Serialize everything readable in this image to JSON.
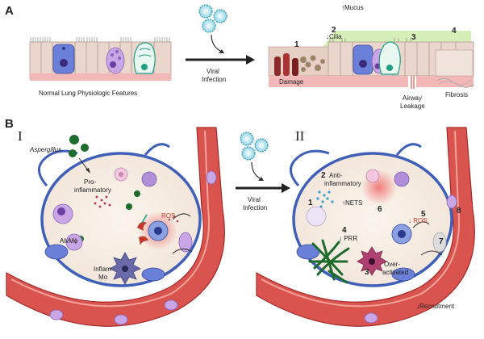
{
  "panel_a": {
    "letter": "A",
    "normal_caption": "Normal Lung Physiologic Features",
    "viral_line1": "Viral",
    "viral_line2": "Infection",
    "mucus": "↑Mucus",
    "cilia": "↓Cilia",
    "damage": "Damage",
    "airway_line1": "Airway",
    "airway_line2": "Leakage",
    "fibrosis": "Fibrosis",
    "numbers": [
      "1",
      "2",
      "3",
      "4"
    ]
  },
  "panel_b": {
    "letter": "B",
    "roman_left": "I",
    "roman_right": "II",
    "aspergillus": "Aspergillus",
    "pro_line1": "Pro-",
    "pro_line2": "inflammatory",
    "alvm": "AlvMϕ",
    "inflam_line1": "Inflam",
    "inflam_line2": "Mo",
    "ros": "ROS",
    "viral_line1": "Viral",
    "viral_line2": "Infection",
    "anti_line1": "Anti-",
    "anti_line2": "inflammatory",
    "nets": "↑NETS",
    "prr": "↓ PRR",
    "ros_down": "↓ ROS",
    "over_line1": "Over-",
    "over_line2": "activated",
    "recruitment": "↓Recruitment",
    "numbers": [
      "1",
      "2",
      "3",
      "4",
      "5",
      "6",
      "7",
      "8"
    ]
  },
  "colors": {
    "epithelium": "#ead6cc",
    "basement": "#f2b7b7",
    "mucus_layer": "#cfeab0",
    "goblet": "#6a7fd8",
    "vessel": "#c0392b",
    "alveolar_wall": "#3f5fb8",
    "fungus": "#1e6b2e"
  }
}
